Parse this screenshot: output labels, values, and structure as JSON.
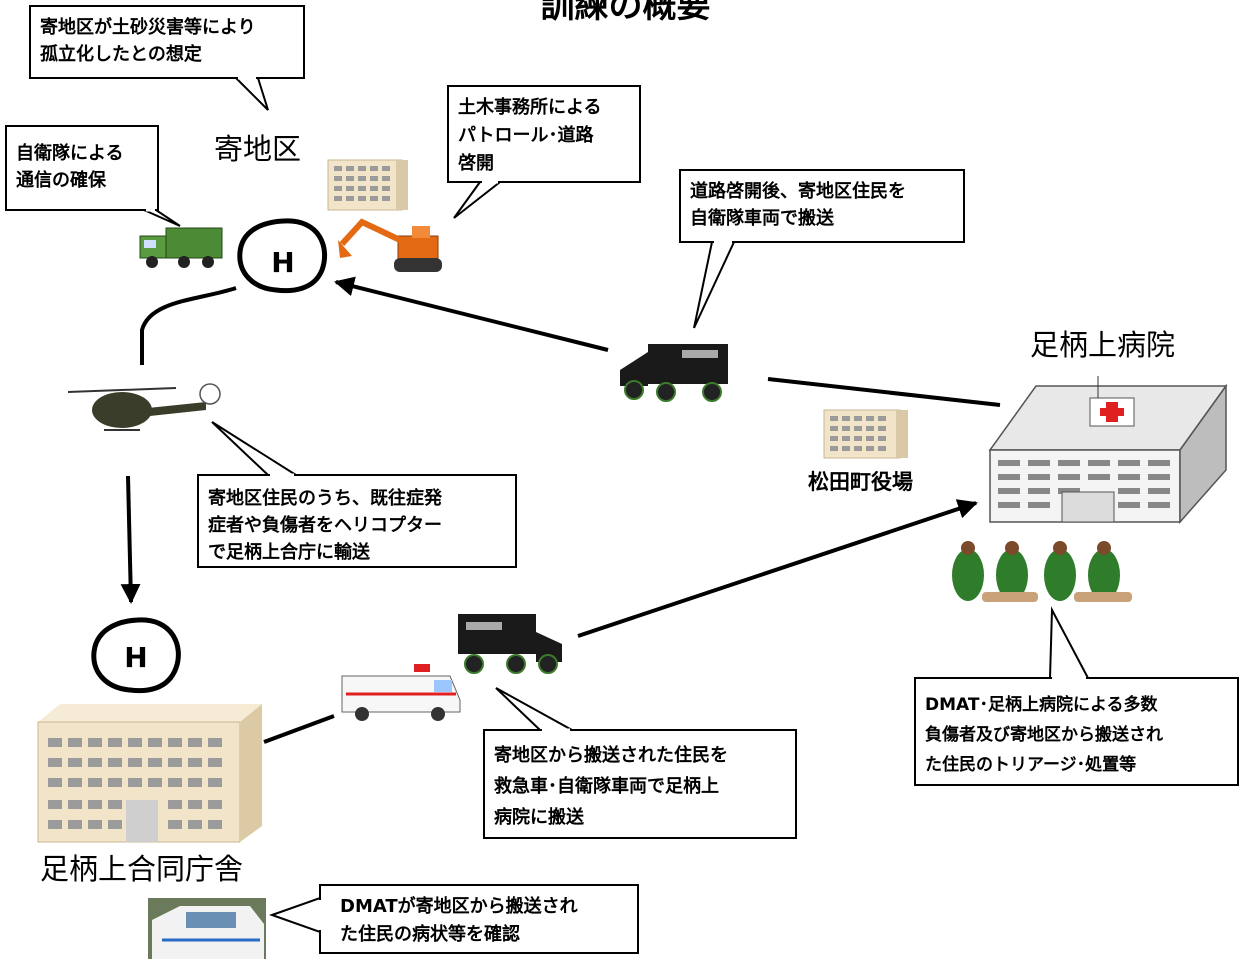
{
  "title": "訓練の概要",
  "places": {
    "yorichi": "寄地区",
    "hospital": "足柄上病院",
    "town_office": "松田町役場",
    "gov_building": "足柄上合同庁舎"
  },
  "heliport_label": "H",
  "callouts": {
    "isolation": "寄地区が土砂災害等により\n孤立化したとの想定",
    "sdf_comm": "自衛隊による\n通信の確保",
    "civil_patrol": "土木事務所による\nパトロール･道路\n啓開",
    "road_transport": "道路啓開後、寄地区住民を\n自衛隊車両で搬送",
    "heli_transport": "寄地区住民のうち、既往症発\n症者や負傷者をヘリコプター\nで足柄上合庁に輸送",
    "triage": "DMAT･足柄上病院による多数\n負傷者及び寄地区から搬送され\nた住民のトリアージ･処置等",
    "ambulance_transport": "寄地区から搬送された住民を\n救急車･自衛隊車両で足柄上\n病院に搬送",
    "dmat_check": "DMATが寄地区から搬送され\nた住民の病状等を確認"
  },
  "colors": {
    "ink": "#000000",
    "army_green": "#3b7a2a",
    "building_beige": "#f1e4c8",
    "building_window": "#9b9b9b",
    "excavator": "#e36a12",
    "cross_red": "#e02020"
  }
}
